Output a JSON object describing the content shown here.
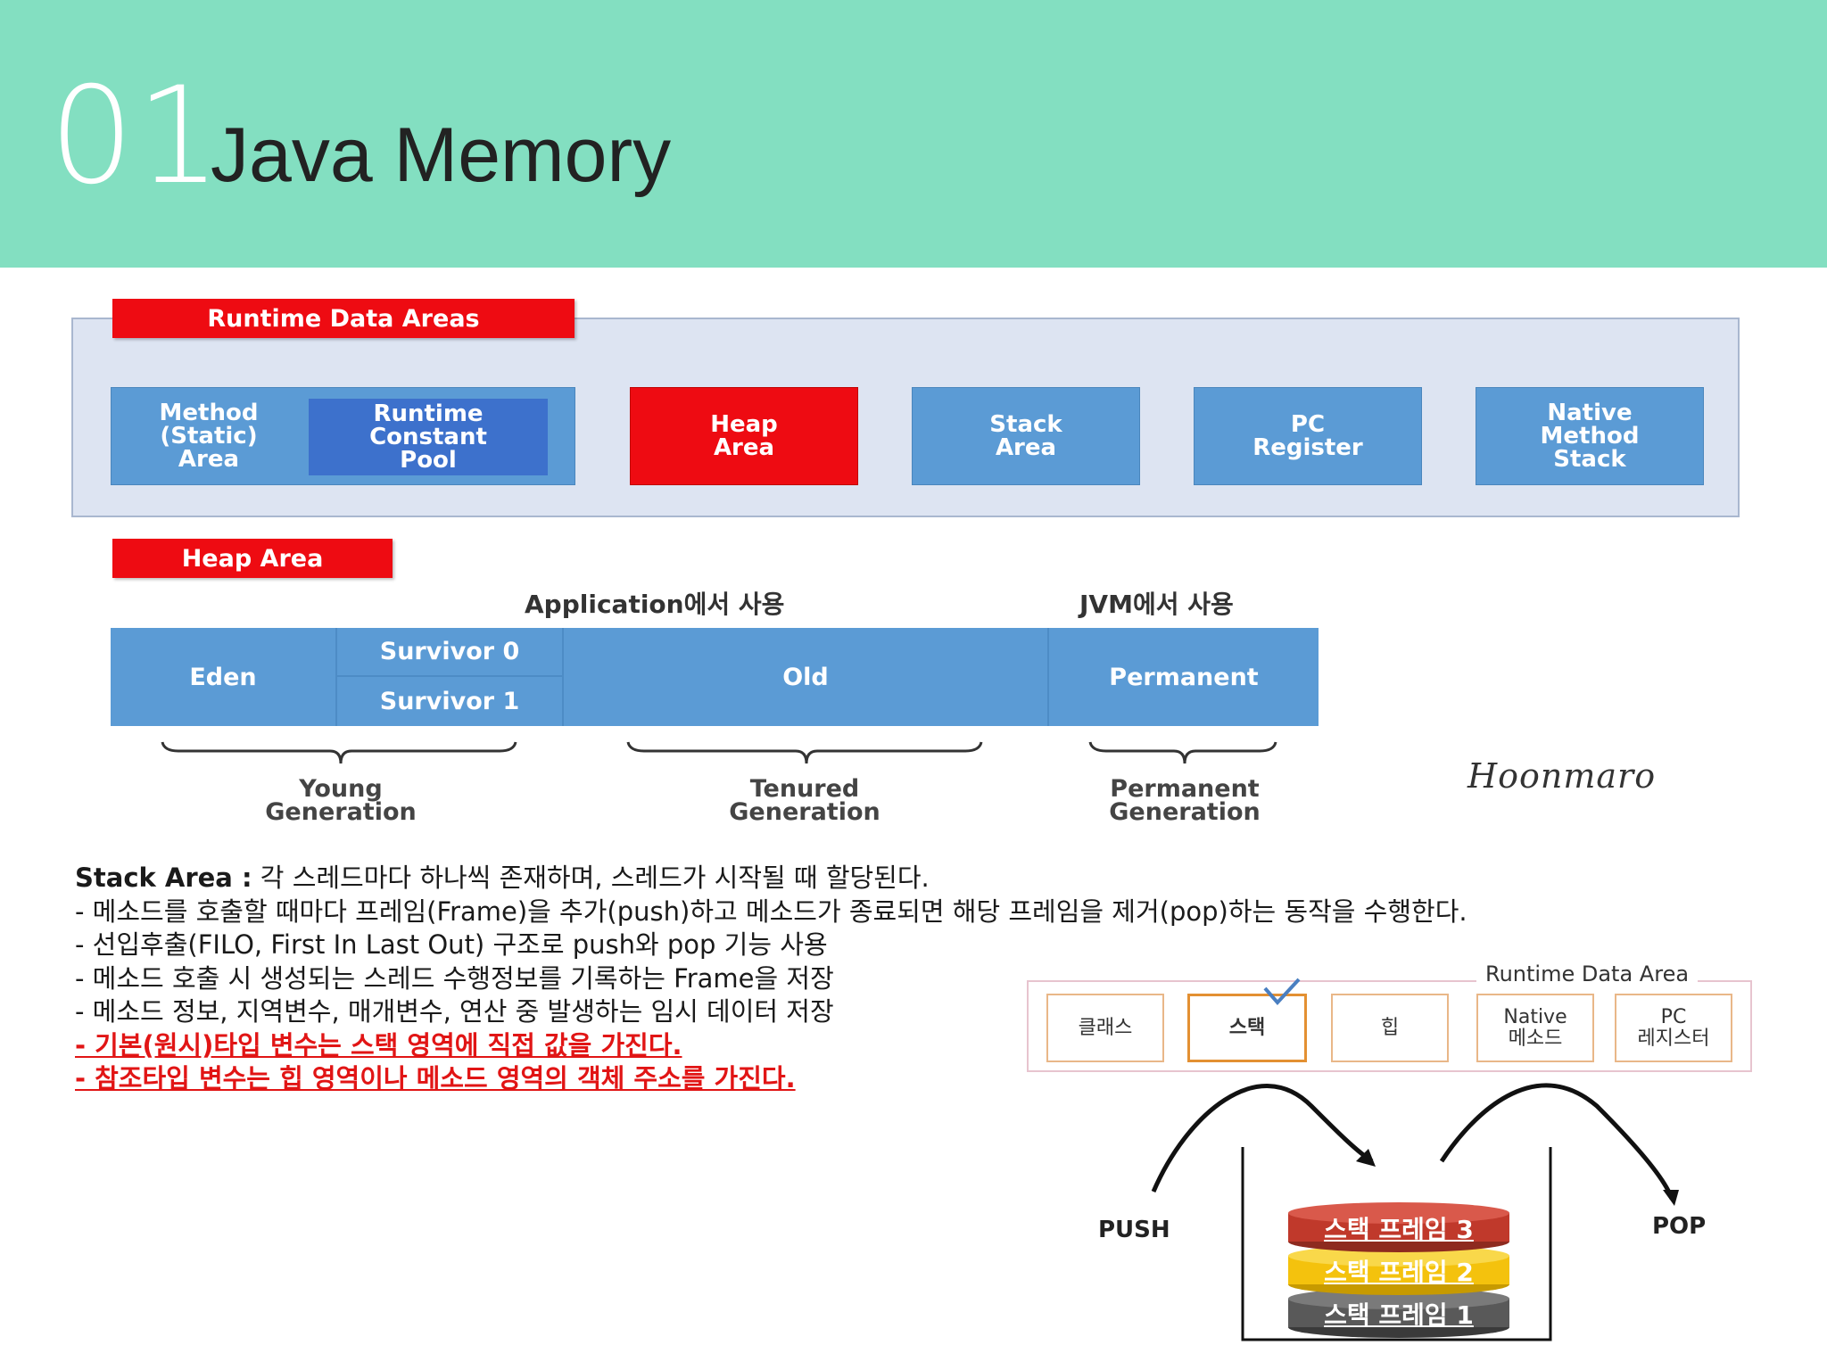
{
  "header": {
    "number": "01",
    "title": "Java Memory"
  },
  "runtime_data_areas": {
    "tag": "Runtime Data Areas",
    "method_area": "Method\n(Static)\nArea",
    "runtime_constant_pool": "Runtime\nConstant\nPool",
    "heap_area": "Heap\nArea",
    "stack_area": "Stack\nArea",
    "pc_register": "PC\nRegister",
    "native_method_stack": "Native\nMethod\nStack"
  },
  "heap": {
    "tag": "Heap Area",
    "app_label": "Application에서 사용",
    "jvm_label": "JVM에서 사용",
    "eden": "Eden",
    "survivor0": "Survivor 0",
    "survivor1": "Survivor 1",
    "old": "Old",
    "permanent": "Permanent",
    "young_gen": "Young\nGeneration",
    "tenured_gen": "Tenured\nGeneration",
    "permanent_gen": "Permanent\nGeneration",
    "signature": "Hoonmaro"
  },
  "text": {
    "heading_bold": "Stack Area :",
    "heading_rest": " 각 스레드마다 하나씩 존재하며, 스레드가 시작될 때 할당된다.",
    "line1": "- 메소드를 호출할 때마다 프레임(Frame)을 추가(push)하고 메소드가 종료되면 해당 프레임을 제거(pop)하는 동작을 수행한다.",
    "line2": "- 선입후출(FILO, First In Last Out) 구조로 push와 pop 기능 사용",
    "line3": "- 메소드 호출 시 생성되는 스레드 수행정보를 기록하는 Frame을 저장",
    "line4": "- 메소드 정보, 지역변수, 매개변수, 연산 중 발생하는 임시 데이터 저장",
    "line5": "- 기본(원시)타입 변수는 스택 영역에 직접 값을 가진다.",
    "line6": "- 참조타입 변수는 힙 영역이나 메소드 영역의 객체 주소를 가진다."
  },
  "stack_diagram": {
    "rda_title": "Runtime Data Area",
    "class": "클래스",
    "stack": "스택",
    "heap": "힙",
    "native": "Native\n메소드",
    "pc": "PC\n레지스터",
    "push": "PUSH",
    "pop": "POP",
    "frame3": "스택 프레임 3",
    "frame2": "스택 프레임 2",
    "frame1": "스택 프레임 1",
    "colors": {
      "frame3": "#c0392b",
      "frame2": "#f4c20d",
      "frame1": "#595959"
    }
  }
}
